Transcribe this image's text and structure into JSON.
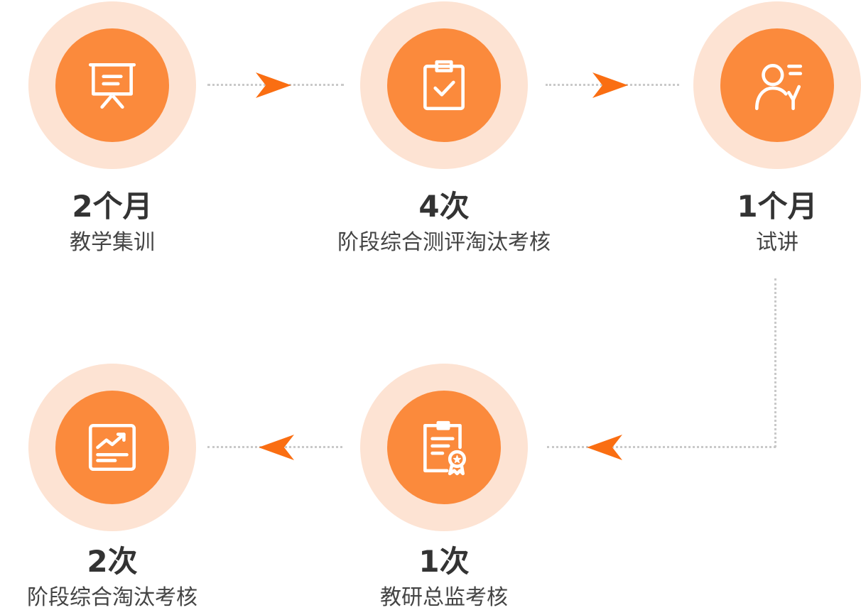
{
  "colors": {
    "accent": "#fb8a3c",
    "ring": "#fde3d3",
    "arrow": "#fa6e12",
    "line": "#c9c9c9"
  },
  "steps": [
    {
      "icon": "presentation-board-icon",
      "value": "2个月",
      "desc": "教学集训"
    },
    {
      "icon": "clipboard-check-icon",
      "value": "4次",
      "desc": "阶段综合测评淘汰考核"
    },
    {
      "icon": "user-lecture-icon",
      "value": "1个月",
      "desc": "试讲"
    },
    {
      "icon": "certificate-award-icon",
      "value": "1次",
      "desc": "教研总监考核"
    },
    {
      "icon": "growth-chart-icon",
      "value": "2次",
      "desc": "阶段综合淘汰考核"
    }
  ]
}
